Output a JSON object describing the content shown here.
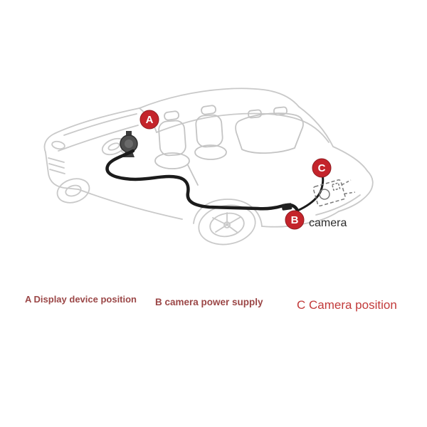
{
  "diagram": {
    "markers": [
      {
        "id": "A",
        "label": "A"
      },
      {
        "id": "B",
        "label": "B"
      },
      {
        "id": "C",
        "label": "C"
      }
    ],
    "camera_label": "camera",
    "captions": [
      {
        "id": "A",
        "text": "A Display device position"
      },
      {
        "id": "B",
        "text": "B camera power supply"
      },
      {
        "id": "C",
        "text": "C Camera position"
      }
    ],
    "colors": {
      "marker_red": "#c4242b",
      "caption_muted_red": "#9b4747",
      "caption_bright_red": "#c23a3a",
      "cable_black": "#1b1b1b",
      "car_outline_gray": "#c9c9c9"
    }
  }
}
